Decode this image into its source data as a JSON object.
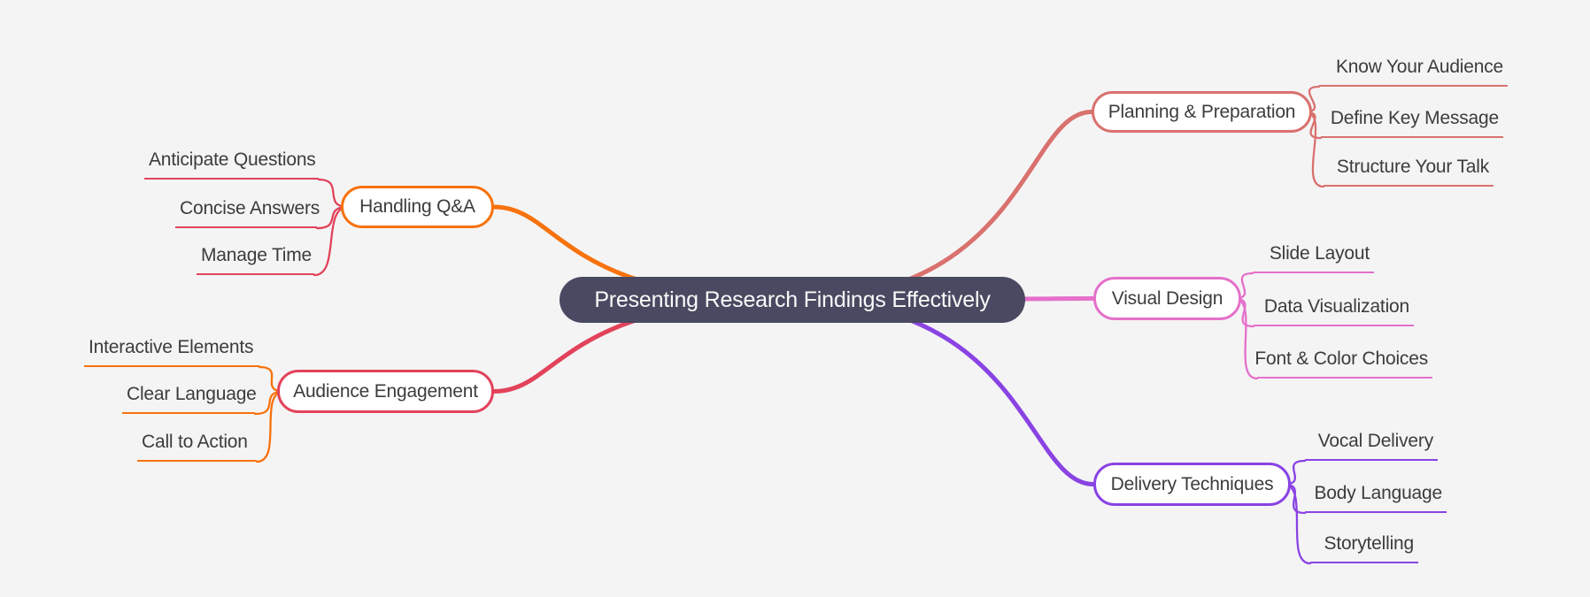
{
  "background_color": "#f4f4f5",
  "text_color": "#3c3c3c",
  "root": {
    "label": "Presenting Research Findings Effectively",
    "fill_color": "#494961",
    "text_color": "#fafafa"
  },
  "branches": [
    {
      "name": "planning-preparation",
      "label": "Planning & Preparation",
      "color": "#d9716e",
      "child_color": "#d9716e",
      "children": [
        {
          "label": "Know Your Audience"
        },
        {
          "label": "Define Key Message"
        },
        {
          "label": "Structure Your Talk"
        }
      ]
    },
    {
      "name": "visual-design",
      "label": "Visual Design",
      "color": "#e570ca",
      "child_color": "#e570ca",
      "children": [
        {
          "label": "Slide Layout"
        },
        {
          "label": "Data Visualization"
        },
        {
          "label": "Font & Color Choices"
        }
      ]
    },
    {
      "name": "delivery-techniques",
      "label": "Delivery Techniques",
      "color": "#8a43e3",
      "child_color": "#8a43e3",
      "children": [
        {
          "label": "Vocal Delivery"
        },
        {
          "label": "Body Language"
        },
        {
          "label": "Storytelling"
        }
      ]
    },
    {
      "name": "handling-qa",
      "label": "Handling Q&A",
      "color": "#f8720d",
      "child_color": "#e2435a",
      "children": [
        {
          "label": "Anticipate Questions"
        },
        {
          "label": "Concise Answers"
        },
        {
          "label": "Manage Time"
        }
      ]
    },
    {
      "name": "audience-engagement",
      "label": "Audience Engagement",
      "color": "#e2435a",
      "child_color": "#f8720d",
      "children": [
        {
          "label": "Interactive Elements"
        },
        {
          "label": "Clear Language"
        },
        {
          "label": "Call to Action"
        }
      ]
    }
  ]
}
